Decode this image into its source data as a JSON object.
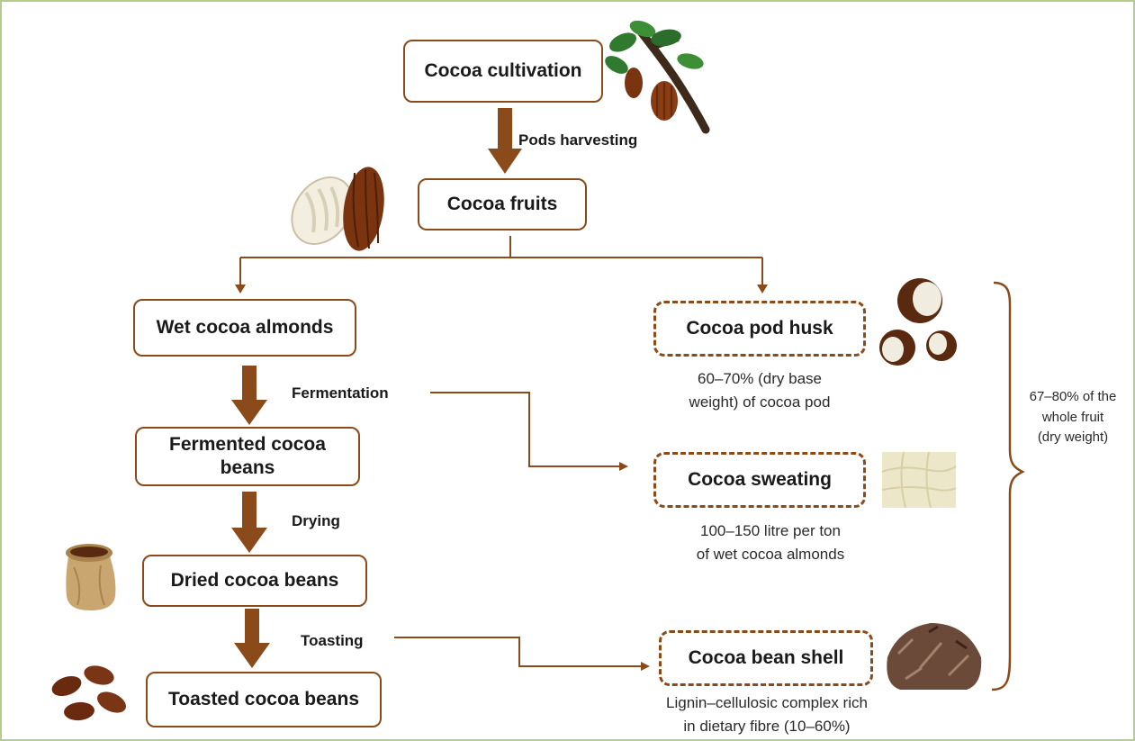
{
  "colors": {
    "accent": "#8a4a1a",
    "frame": "#b7cc8c"
  },
  "main_flow": {
    "cultivation": "Cocoa cultivation",
    "fruits": "Cocoa fruits",
    "wet_almonds": "Wet cocoa almonds",
    "fermented_beans": [
      "Fermented cocoa",
      "beans"
    ],
    "dried_beans": "Dried cocoa beans",
    "toasted_beans": "Toasted cocoa beans"
  },
  "steps": {
    "pods_harvesting": "Pods harvesting",
    "fermentation": "Fermentation",
    "drying": "Drying",
    "toasting": "Toasting"
  },
  "byproducts": {
    "pod_husk": {
      "label": "Cocoa pod husk",
      "note": [
        "60–70% (dry base",
        "weight) of cocoa pod"
      ]
    },
    "sweating": {
      "label": "Cocoa sweating",
      "note": [
        "100–150 litre per ton",
        "of wet cocoa almonds"
      ]
    },
    "bean_shell": {
      "label": "Cocoa bean shell",
      "note": [
        "Lignin–cellulosic complex rich",
        "in dietary fibre (10–60%)"
      ]
    }
  },
  "total_share": [
    "67–80% of the",
    "whole fruit",
    "(dry weight)"
  ],
  "icons": [
    "cocoa-tree-branch-icon",
    "cocoa-pod-icon",
    "pod-husk-pieces-icon",
    "cocoa-pulp-icon",
    "cocoa-bean-sack-icon",
    "toasted-beans-icon",
    "bean-shell-pile-icon"
  ]
}
